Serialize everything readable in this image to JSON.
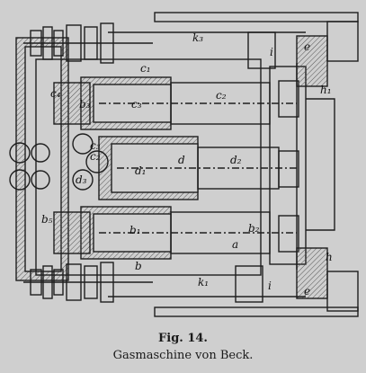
{
  "figure": {
    "number": "Fig. 14.",
    "title": "Gasmaschine von Beck."
  },
  "labels": {
    "k3": "k₃",
    "i_top": "i",
    "e_top": "e",
    "c1_top": "c₁",
    "c4": "c₄",
    "b3": "b₃",
    "c3_upper": "c₃",
    "c2": "c₂",
    "h1": "h₁",
    "c3_mid": "c₃",
    "c2_mid": "c₂",
    "d3": "d₃",
    "d": "d",
    "d2": "d₂",
    "d1": "d₁",
    "b5": "b₅",
    "b1": "b₁",
    "b": "b",
    "b2": "b₂",
    "a": "a",
    "h": "h",
    "k1": "k₁",
    "i_bottom": "i",
    "e_bottom": "e"
  },
  "colors": {
    "ink": "#1e1e1e",
    "paper": "#cfcfcf",
    "hatch": "#555555"
  }
}
